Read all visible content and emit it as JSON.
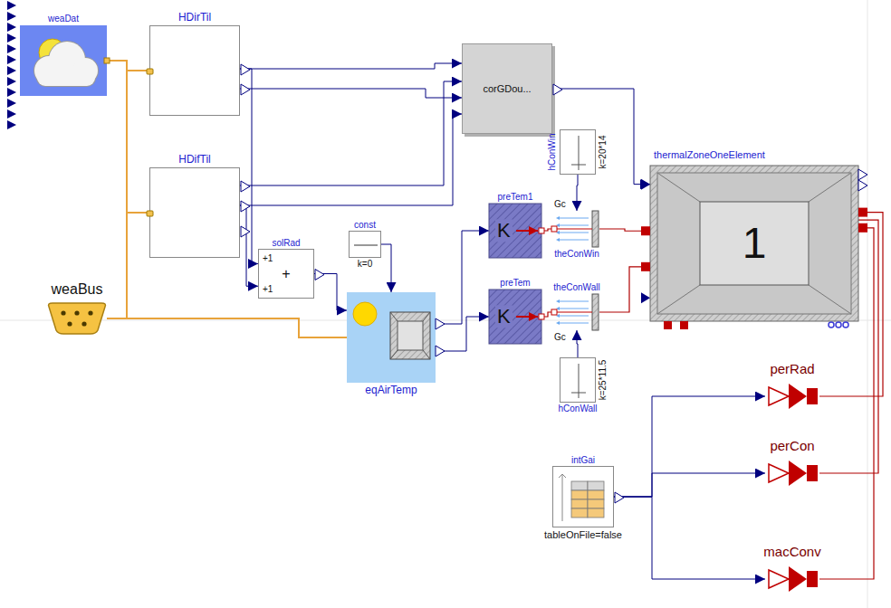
{
  "diagram": {
    "nodes": [
      {
        "text": [
          "weaDat"
        ]
      },
      {
        "text": [
          "HDirTil"
        ]
      },
      {
        "text": [
          "HDifTil"
        ]
      },
      {
        "text": [
          "corGDou..."
        ]
      },
      {
        "text": [
          "thermalZoneOneElement",
          "1"
        ]
      },
      {
        "text": [
          "weaBus"
        ]
      },
      {
        "text": [
          "solRad",
          "+1",
          "+1",
          "+"
        ]
      },
      {
        "text": [
          "const",
          "k=0"
        ]
      },
      {
        "text": [
          "eqAirTemp"
        ]
      },
      {
        "text": [
          "preTem1",
          "K"
        ]
      },
      {
        "text": [
          "preTem",
          "K"
        ]
      },
      {
        "text": [
          "hConWin",
          "k=20*14"
        ]
      },
      {
        "text": [
          "Gc",
          "theConWin"
        ]
      },
      {
        "text": [
          "theConWall",
          "Gc"
        ]
      },
      {
        "text": [
          "hConWall",
          "k=25*11.5"
        ]
      },
      {
        "text": [
          "intGai",
          "tableOnFile=false"
        ]
      },
      {
        "text": [
          "perRad"
        ]
      },
      {
        "text": [
          "perCon"
        ]
      },
      {
        "text": [
          "macConv"
        ]
      }
    ],
    "edges": [
      {
        "from": 0,
        "to": 1,
        "arrow": "none"
      },
      {
        "from": 0,
        "to": 2,
        "arrow": "none"
      },
      {
        "from": 0,
        "to": 5,
        "arrow": "none"
      },
      {
        "from": 5,
        "to": 8,
        "arrow": "none"
      },
      {
        "from": 1,
        "to": 3,
        "arrow": "to"
      },
      {
        "from": 1,
        "to": 3,
        "arrow": "to"
      },
      {
        "from": 2,
        "to": 3,
        "arrow": "to"
      },
      {
        "from": 2,
        "to": 3,
        "arrow": "to"
      },
      {
        "from": 1,
        "to": 6,
        "arrow": "to"
      },
      {
        "from": 2,
        "to": 6,
        "arrow": "to"
      },
      {
        "from": 6,
        "to": 8,
        "arrow": "to"
      },
      {
        "from": 7,
        "to": 8,
        "arrow": "to"
      },
      {
        "from": 3,
        "to": 4,
        "arrow": "to"
      },
      {
        "from": 8,
        "to": 9,
        "arrow": "to"
      },
      {
        "from": 8,
        "to": 10,
        "arrow": "to"
      },
      {
        "from": 9,
        "to": 12,
        "arrow": "none"
      },
      {
        "from": 12,
        "to": 4,
        "arrow": "none"
      },
      {
        "from": 10,
        "to": 13,
        "arrow": "none"
      },
      {
        "from": 13,
        "to": 4,
        "arrow": "none"
      },
      {
        "from": 11,
        "to": 12,
        "arrow": "to"
      },
      {
        "from": 14,
        "to": 13,
        "arrow": "to"
      },
      {
        "from": 15,
        "to": 16,
        "arrow": "to"
      },
      {
        "from": 15,
        "to": 17,
        "arrow": "to"
      },
      {
        "from": 15,
        "to": 18,
        "arrow": "to"
      },
      {
        "from": 16,
        "to": 4,
        "arrow": "none"
      },
      {
        "from": 17,
        "to": 4,
        "arrow": "none"
      },
      {
        "from": 18,
        "to": 4,
        "arrow": "none"
      }
    ]
  }
}
